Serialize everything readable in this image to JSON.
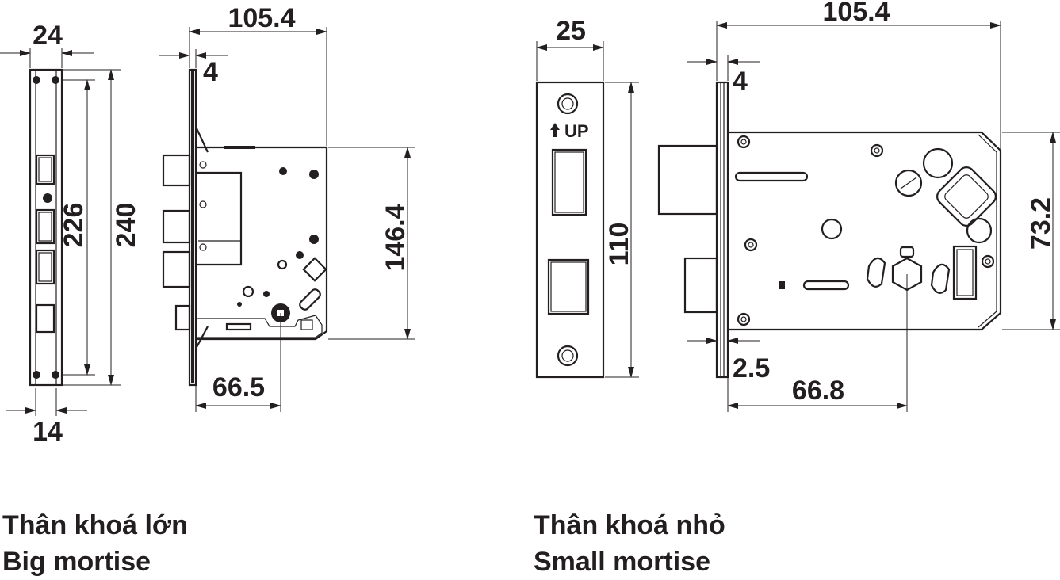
{
  "colors": {
    "ink": "#231f20",
    "background": "#ffffff"
  },
  "big_mortise": {
    "dims": {
      "faceplate_width": "24",
      "inner_width": "14",
      "hole_spacing": "226",
      "faceplate_height": "240",
      "body_depth": "105.4",
      "faceplate_thickness": "4",
      "body_height": "146.4",
      "backset": "66.5"
    },
    "caption_vi": "Thân khoá lớn",
    "caption_en": "Big mortise"
  },
  "small_mortise": {
    "dims": {
      "faceplate_width": "25",
      "faceplate_height": "110",
      "body_depth": "105.4",
      "faceplate_thickness": "4",
      "faceplate_offset": "2.5",
      "body_height": "73.2",
      "backset": "66.8"
    },
    "up_label": "UP",
    "caption_vi": "Thân khoá nhỏ",
    "caption_en": "Small mortise"
  }
}
